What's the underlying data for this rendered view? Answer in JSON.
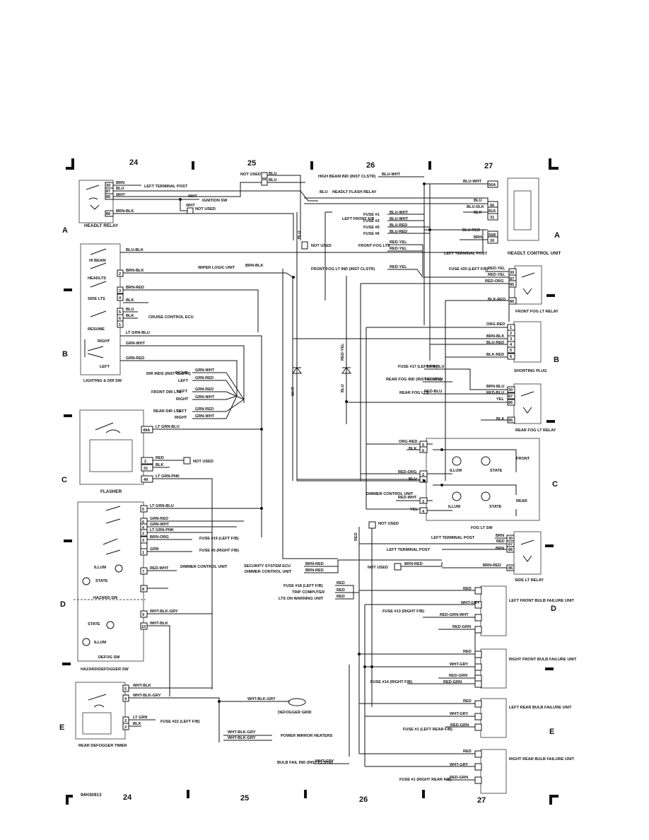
{
  "drawing_id": "94H30913",
  "grid": {
    "columns": [
      "24",
      "25",
      "26",
      "27"
    ],
    "rows": [
      "A",
      "B",
      "C",
      "D",
      "E"
    ]
  },
  "components": {
    "headlt_relay": "HEADLT RELAY",
    "lighting_dir_sw": "LIGHTING & DIR SW",
    "flasher": "FLASHER",
    "hazard_defogger_sw": "HAZARD/DEFOGGER SW",
    "rear_defogger_timer": "REAR DEFOGGER TIMER",
    "headlt_control_unit": "HEADLT CONTROL UNIT",
    "front_fog_lt_relay": "FRONT FOG LT RELAY",
    "shorting_plug": "SHORTING PLUG",
    "rear_fog_lt_relay": "REAR FOG LT RELAY",
    "fog_lt_sw": "FOG LT SW",
    "side_lt_relay": "SIDE LT RELAY",
    "left_front_bfu": "LEFT FRONT BULB FAILURE UNIT",
    "right_front_bfu": "RIGHT FRONT BULB FAILURE UNIT",
    "left_rear_bfu": "LEFT REAR BULB FAILURE UNIT",
    "right_rear_bfu": "RIGHT REAR BULB FAILURE UNIT",
    "defogger_grid": "DEFOGGER GRID",
    "power_mirror_heaters": "POWER MIRROR HEATERS",
    "left_terminal_post_box": "LEFT TERMINAL POST"
  },
  "switch_labels": {
    "hi_beam": "HI BEAM",
    "headlts": "HEADLTS",
    "side_lts": "SIDE LTS",
    "resume": "RESUME",
    "right": "RIGHT",
    "left": "LEFT",
    "illum": "ILLUM",
    "state": "STATE",
    "hazard_sw": "HAZARD SW",
    "defog_sw": "DEFOG SW",
    "front": "FRONT",
    "rear": "REAR"
  },
  "destinations": {
    "left_terminal_post": "LEFT TERMINAL POST",
    "ignition_sw": "IGNITION SW",
    "not_used": "NOT USED",
    "high_beam_ind": "HIGH BEAM IND (INST CLSTR)",
    "headlt_flash_relay": "HEADLT FLASH RELAY",
    "wiper_logic_unit": "WIPER LOGIC UNIT",
    "front_fog_lt_ind": "FRONT FOG LT IND (INST CLSTR)",
    "cruise_control_ecu": "CRUISE CONTROL ECU",
    "dir_inds": "DIR INDS (INST CLSTR)",
    "front_dir_lts": "FRONT DIR LTS",
    "rear_dir_lts": "REAR DIR LTS",
    "fuse_19_left": "FUSE #19 (LEFT F/B)",
    "fuse_5_right": "FUSE #5 (RIGHT F/B)",
    "dimmer_control_unit": "DIMMER CONTROL UNIT",
    "fuse_22_left": "FUSE #22 (LEFT F/B)",
    "left_front_fb": "LEFT FRONT F/B",
    "fuse_1": "FUSE #1",
    "fuse_2": "FUSE #2",
    "fuse_5": "FUSE #5",
    "fuse_6": "FUSE #6",
    "front_fog_lts": "FRONT FOG LTS",
    "fuse_20_left": "FUSE #20 (LEFT F/B)",
    "fuse_17_left": "FUSE #17 (LEFT F/B)",
    "rear_fog_ind": "REAR FOG IND (INST CLSTR)",
    "rear_fog_lts": "REAR FOG LTS",
    "security_system_ecu": "SECURITY SYSTEM ECU",
    "dimmer_control_unit_r": "DIMMER CONTROL UNIT",
    "fuse_18_left": "FUSE #18 (LEFT F/B)",
    "trip_computer": "TRIP COMPUTER",
    "lts_on_warning_unit": "LTS ON WARNING UNIT",
    "fuse_13_right": "FUSE #13 (RIGHT F/B)",
    "fuse_14_right": "FUSE #14 (RIGHT F/B)",
    "fuse_1_left_rear": "FUSE #1 (LEFT REAR F/B)",
    "fuse_1_right_rear": "FUSE #1 (RIGHT REAR F/B)",
    "bulb_fail_ind": "BULB FAIL IND (INST CLSTR)"
  },
  "wires": {
    "brn": "BRN",
    "blu": "BLU",
    "wht": "WHT",
    "blk": "BLK",
    "red": "RED",
    "yel": "YEL",
    "brn_blk": "BRN-BLK",
    "blu_blk": "BLU-BLK",
    "brn_red": "BRN-RED",
    "lt_grn_blu": "LT GRN-BLU",
    "grn_wht": "GRN-WHT",
    "grn_red": "GRN-RED",
    "lt_grn_pnk": "LT GRN-PNK",
    "brn_org": "BRN-ORG",
    "grn": "GRN",
    "red_wht": "RED-WHT",
    "wht_blk_gry": "WHT-BLK-GRY",
    "wht_blk": "WHT-BLK",
    "lt_grn": "LT GRN",
    "blu_wht": "BLU-WHT",
    "blu_dlk": "BLU-DLK",
    "blu_red": "BLU-RED",
    "red_yel": "RED-YEL",
    "red_org": "RED-ORG",
    "blk_red": "BLK-RED",
    "org_red": "ORG-RED",
    "brn_blu": "BRN-BLU",
    "red_blu": "RED-BLU",
    "wht_gry": "WHT-GRY",
    "red_grn_wht": "RED-GRN-WHT",
    "red_grn": "RED-GRN",
    "wht_blk_gry_m": "WHT-BLK-GRY"
  },
  "pins": {
    "p30": "30",
    "p87": "87",
    "p85": "85",
    "p86": "86",
    "p2": "2",
    "p3": "3",
    "p4": "4",
    "p5": "5",
    "p6": "6",
    "p1": "1",
    "p49a": "49A",
    "p31": "31",
    "p49": "49",
    "p7": "7",
    "p8": "8",
    "p9": "9",
    "p10": "10",
    "p56a": "56A",
    "p56": "56",
    "p81a": "81A",
    "p56b": "56B",
    "p31r": "31",
    "p30r": "30",
    "p87b": "87",
    "p85b": "85"
  }
}
